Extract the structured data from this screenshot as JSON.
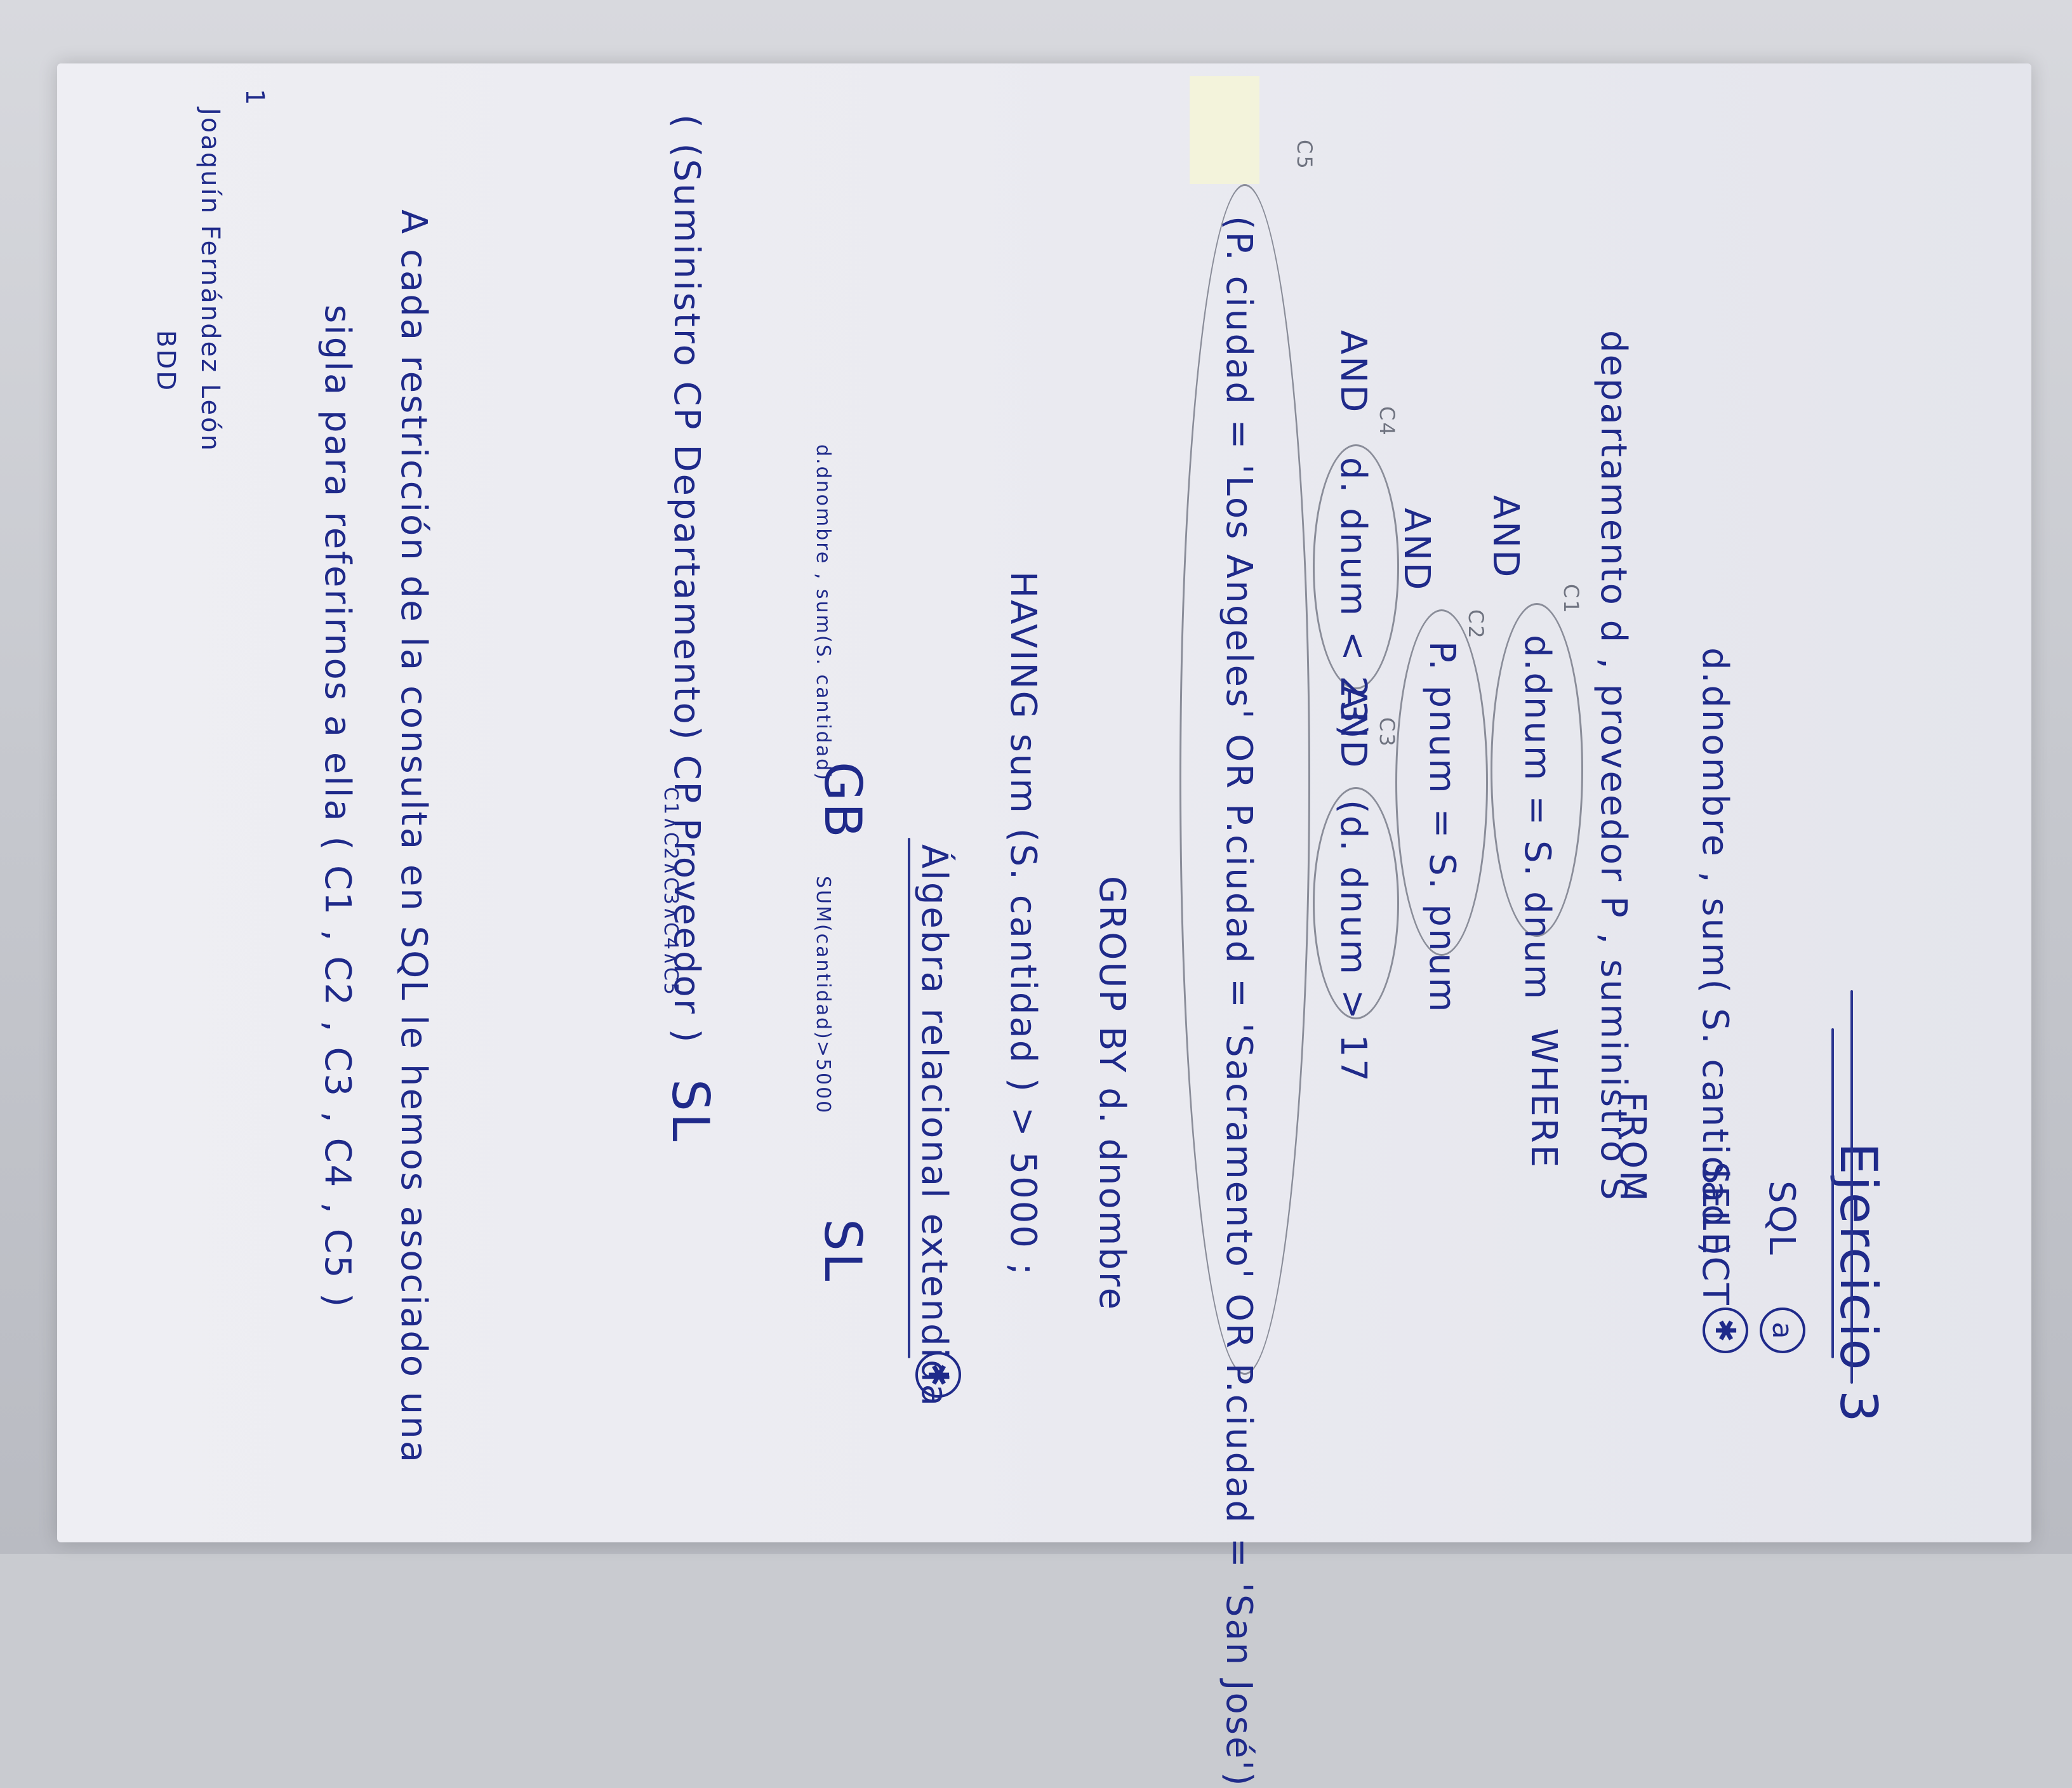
{
  "header": {
    "course": "BDD",
    "author": "Joaquín Fernández León",
    "page": "1"
  },
  "title": "Ejercicio 3",
  "section_a": {
    "marker": "a",
    "heading": "SQL",
    "star": "✱",
    "select_kw": "SELECT",
    "select_expr": "d.dnombre , sum( S. cantidad )",
    "from_kw": "FROM",
    "from_expr": "departamento d , proveedor P , suministro S",
    "where_kw": "WHERE",
    "cond1": "d.dnum = S. dnum",
    "cond1_tag": "C1",
    "and1": "AND",
    "cond2": "P. pnum = S. pnum",
    "cond2_tag": "C2",
    "and2": "AND",
    "cond3": "(d. dnum > 17",
    "cond3_tag": "C3",
    "and3": "AND",
    "cond4": "d. dnum < 23)",
    "cond4_tag": "C4",
    "and4": "AND",
    "cond5": "(P. ciudad = 'Los Angeles' OR P.ciudad = 'Sacramento' OR P.ciudad = 'San José')",
    "cond5_tag": "C5",
    "groupby": "GROUP BY   d. dnombre",
    "having": "HAVING   sum (S. cantidad ) > 5000 ;"
  },
  "section_b": {
    "star": "✱",
    "heading": "Álgebra relacional extendida",
    "line1_sl": "SL",
    "line1_sub": "SUM(cantidad)>5000",
    "line1_gb": "GB",
    "line1_gb_sub": "d.dnombre , sum(S. cantidad)",
    "line2_sl": "SL",
    "line2_sub": "C1∧C2∧C3∧C4∧C5",
    "line2_expr": "( (Suministro CP Departamento) CP Proveedor )"
  },
  "footer": {
    "line1": "A cada restricción de la consulta en SQL le hemos asociado una",
    "line2": "sigla para referirnos a ella ( C1 , C2 , C3 , C4 , C5 )"
  }
}
